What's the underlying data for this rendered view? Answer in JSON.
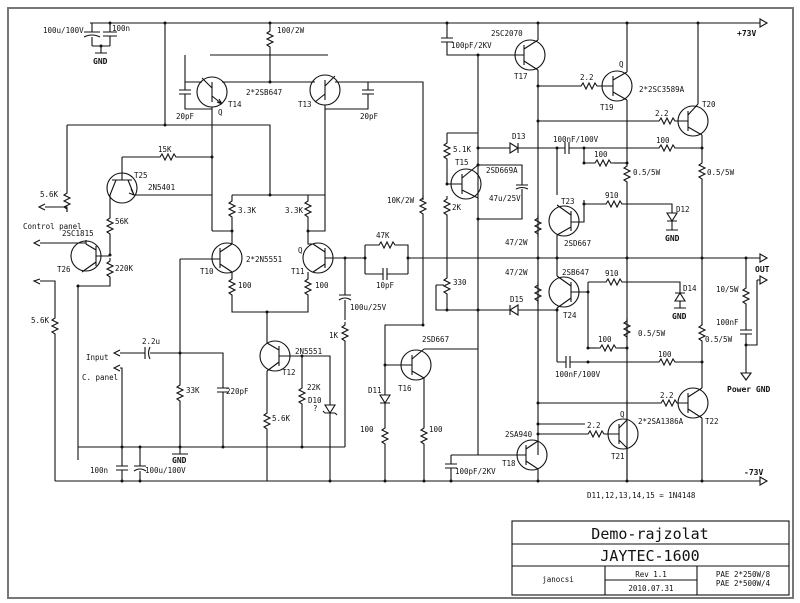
{
  "title_block": {
    "title": "Demo-rajzolat",
    "model": "JAYTEC-1600",
    "author": "janocsi",
    "revision": "Rev 1.1",
    "date": "2010.07.31",
    "power_line1": "PAE 2*250W/8",
    "power_line2": "PAE 2*500W/4"
  },
  "rails": {
    "positive": "+73V",
    "negative": "-73V",
    "out": "OUT",
    "power_gnd": "Power GND",
    "gnd": "GND"
  },
  "ports": {
    "control_panel": "Control panel",
    "input": "Input",
    "c_panel": "C. panel"
  },
  "note": "D11,12,13,14,15 = 1N4148",
  "transistors": {
    "T10": {
      "ref": "T10"
    },
    "T11": {
      "ref": "T11",
      "mark": "Q"
    },
    "pair_10_11": "2*2N5551",
    "T12": {
      "ref": "T12",
      "part": "2N5551"
    },
    "T13": {
      "ref": "T13"
    },
    "T14": {
      "ref": "T14",
      "mark": "Q"
    },
    "pair_13_14": "2*2SB647",
    "T15": {
      "ref": "T15",
      "part": "2SD669A"
    },
    "T16": {
      "ref": "T16",
      "part": "2SD667"
    },
    "T17": {
      "ref": "T17",
      "part": "2SC2070"
    },
    "T18": {
      "ref": "T18",
      "part": "2SA940"
    },
    "T19": {
      "ref": "T19",
      "mark": "Q",
      "part": "2*2SC3589A"
    },
    "T20": {
      "ref": "T20"
    },
    "T21": {
      "ref": "T21",
      "mark": "Q",
      "part": "2*2SA1386A"
    },
    "T22": {
      "ref": "T22"
    },
    "T23": {
      "ref": "T23",
      "part": "2SD667"
    },
    "T24": {
      "ref": "T24",
      "part": "2SB647"
    },
    "T25": {
      "ref": "T25",
      "part": "2N5401"
    },
    "T26": {
      "ref": "T26",
      "part": "2SC1815"
    }
  },
  "diodes": {
    "D10": "D10",
    "D10q": "?",
    "D11": "D11",
    "D12": "D12",
    "D13": "D13",
    "D14": "D14",
    "D15": "D15"
  },
  "components": {
    "c_100u_100v_top": "100u/100V",
    "c_100n_top": "100n",
    "r_100_2w": "100/2W",
    "c_100pf_2kv_top": "100pF/2KV",
    "c_20pf_l": "20pF",
    "c_20pf_r": "20pF",
    "r_15k": "15K",
    "r_5k6_a": "5.6K",
    "r_56k": "56K",
    "r_220k": "220K",
    "r_3k3_l": "3.3K",
    "r_3k3_r": "3.3K",
    "r_100_t10": "100",
    "r_100_t11": "100",
    "r_47k": "47K",
    "c_10pf": "10pF",
    "c_100u_25v": "100u/25V",
    "r_1k": "1K",
    "r_10k_2w": "10K/2W",
    "r_5k1": "5.1K",
    "r_2k": "2K",
    "c_47u_25v": "47u/25V",
    "pot_330": "330",
    "r_47_2w_a": "47/2W",
    "r_47_2w_b": "47/2W",
    "r_5k6_b": "5.6K",
    "c_2u2": "2.2u",
    "r_33k": "33K",
    "c_220pf": "220pF",
    "r_22k": "22K",
    "r_5k6_c": "5.6K",
    "r_100_d11": "100",
    "r_100_t16": "100",
    "c_100n_bot": "100n",
    "c_100u_100v_bot": "100u/100V",
    "c_100pf_2kv_bot": "100pF/2KV",
    "r_2r2_t19": "2.2",
    "r_2r2_t20": "2.2",
    "r_2r2_t21": "2.2",
    "r_2r2_t22": "2.2",
    "c_100nf_100v_a": "100nF/100V",
    "c_100nf_100v_b": "100nF/100V",
    "r_100_a": "100",
    "r_100_b": "100",
    "r_100_c": "100",
    "r_100_d": "100",
    "r_05_5w_a": "0.5/5W",
    "r_05_5w_b": "0.5/5W",
    "r_05_5w_c": "0.5/5W",
    "r_05_5w_d": "0.5/5W",
    "r_910_a": "910",
    "r_910_b": "910",
    "r_10_5w": "10/5W",
    "c_100nf_out": "100nF"
  }
}
